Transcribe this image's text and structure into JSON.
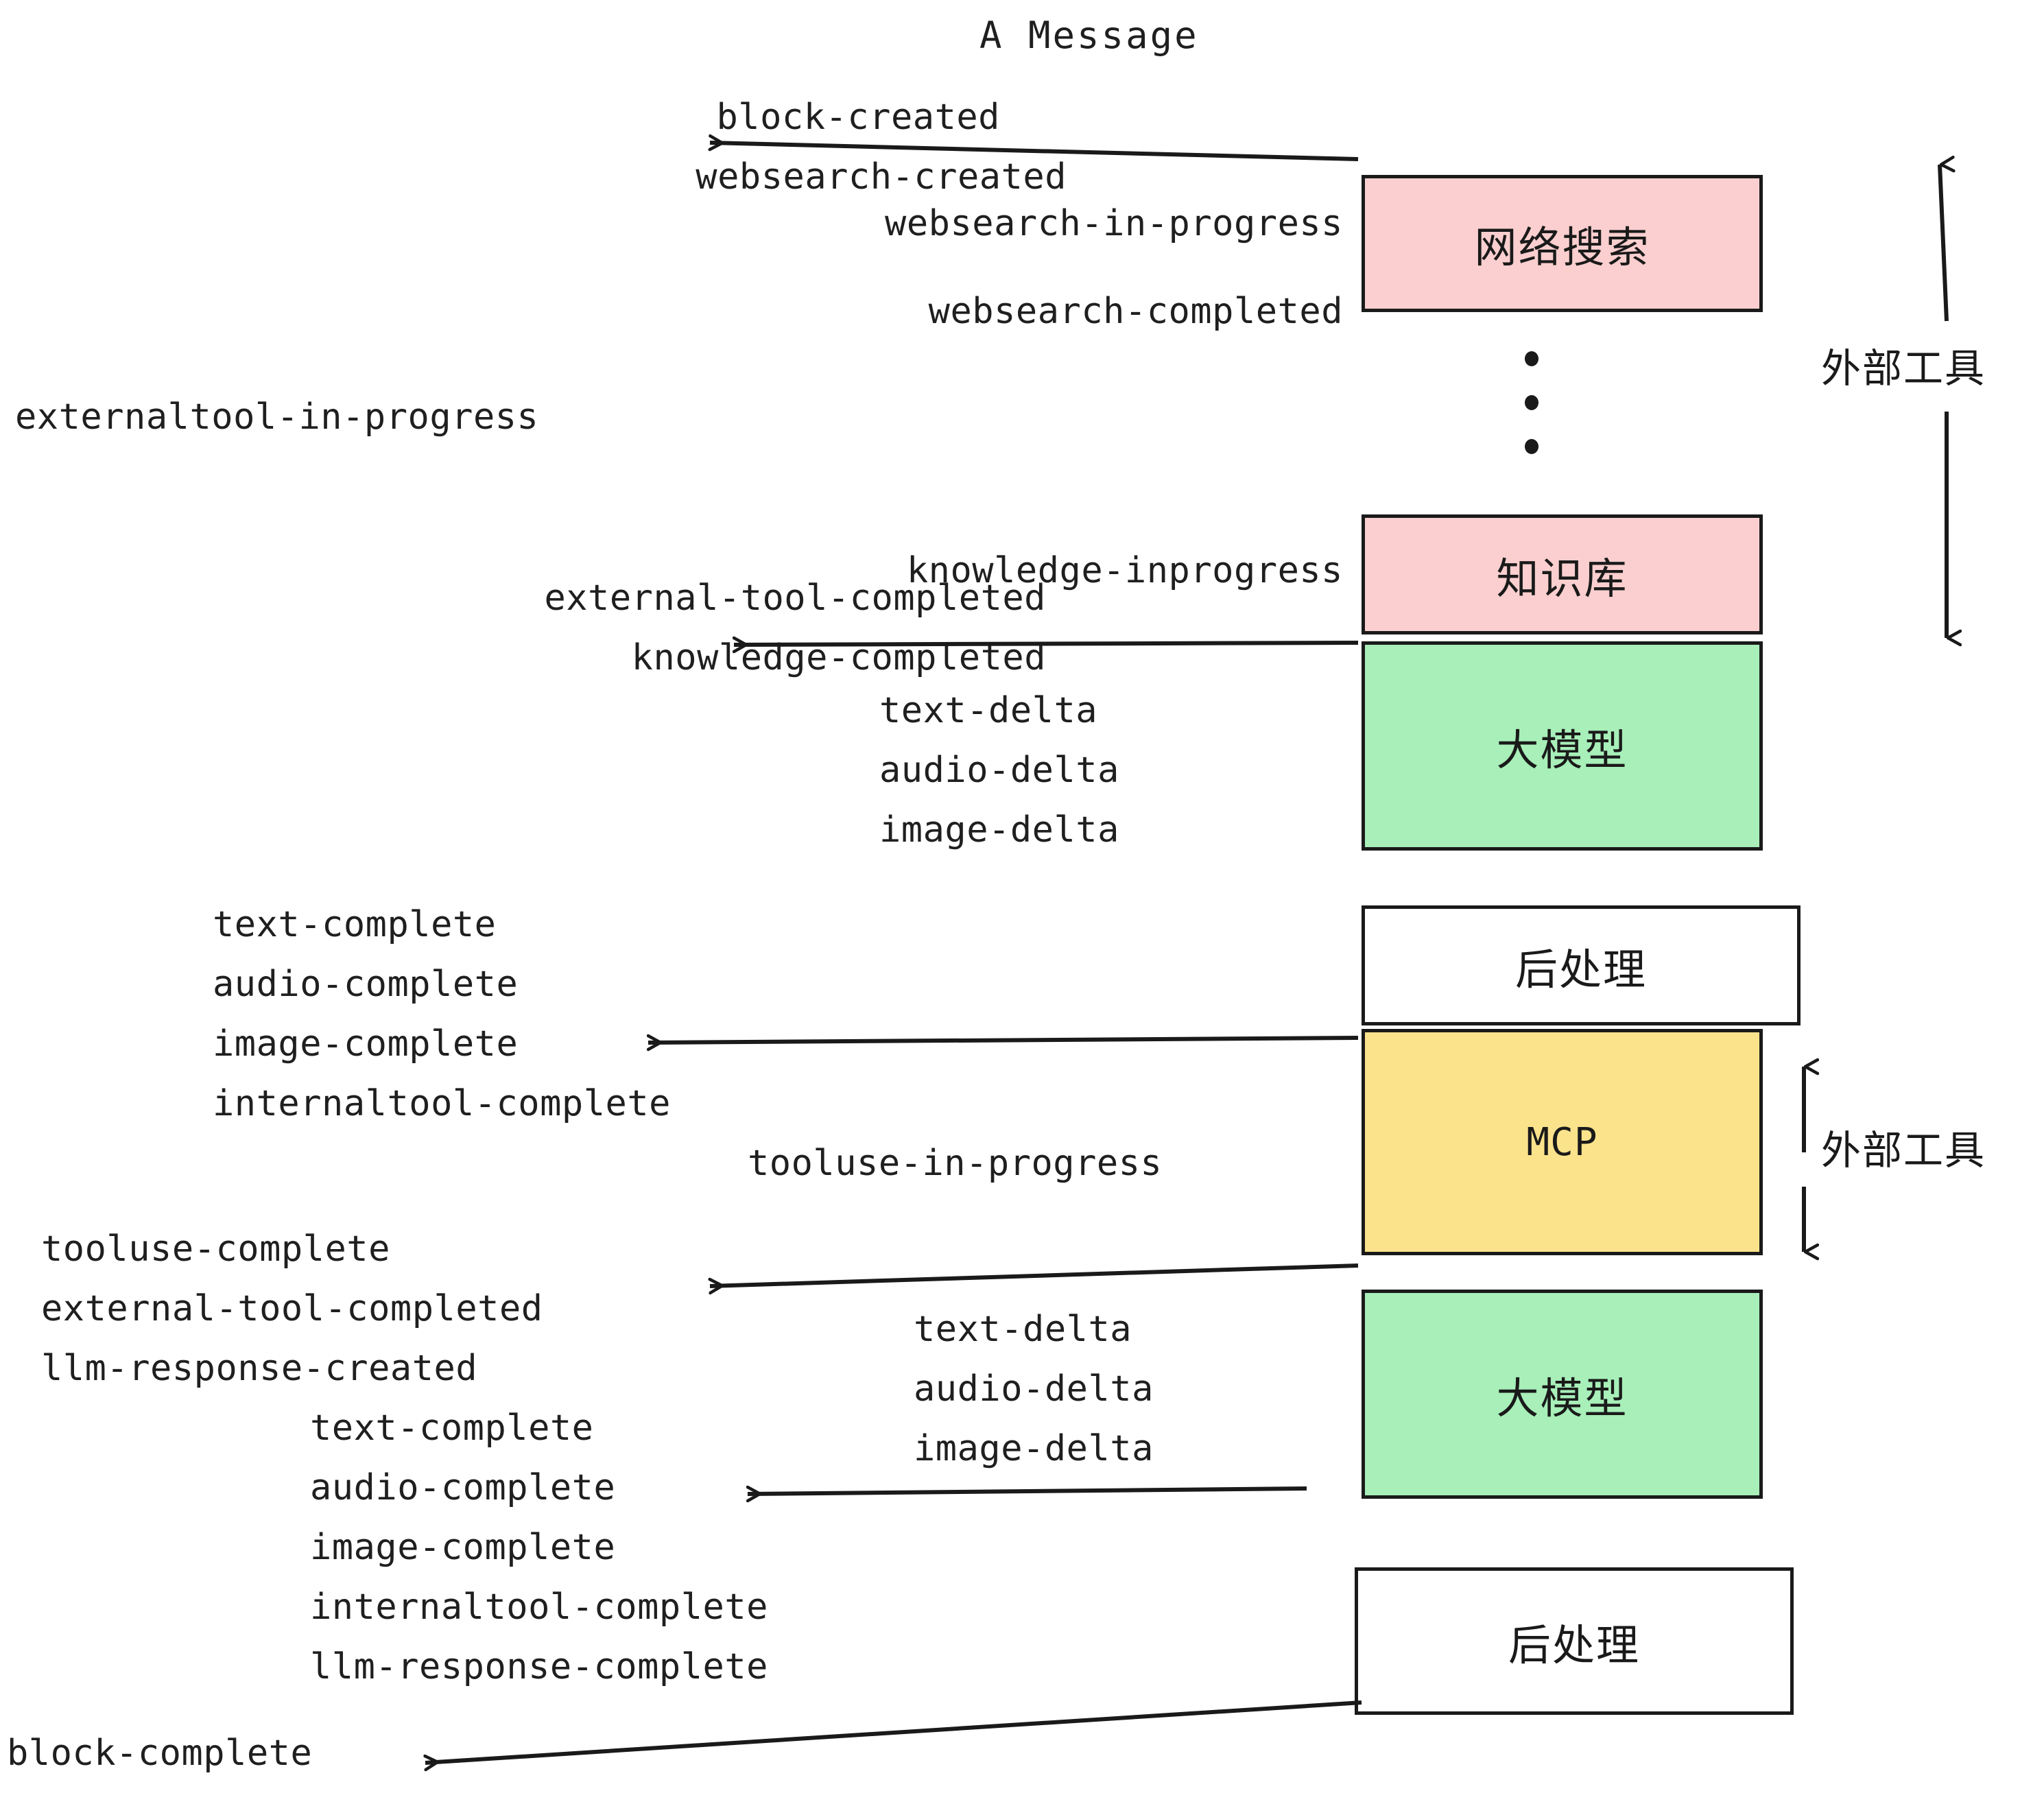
{
  "title": "A Message",
  "events": {
    "block_created": "block-created",
    "websearch_created": "websearch-created",
    "websearch_in_progress": "websearch-in-progress",
    "websearch_completed": "websearch-completed",
    "externaltool_in_progress": "externaltool-in-progress",
    "knowledge_inprogress": "knowledge-inprogress",
    "external_tool_completed_1": "external-tool-completed",
    "knowledge_completed": "knowledge-completed",
    "text_delta_1": "text-delta",
    "audio_delta_1": "audio-delta",
    "image_delta_1": "image-delta",
    "text_complete_1": "text-complete",
    "audio_complete_1": "audio-complete",
    "image_complete_1": "image-complete",
    "internaltool_complete_1": "internaltool-complete",
    "tooluse_in_progress": "tooluse-in-progress",
    "tooluse_complete": "tooluse-complete",
    "external_tool_completed_2": "external-tool-completed",
    "llm_response_created": "llm-response-created",
    "text_delta_2": "text-delta",
    "audio_delta_2": "audio-delta",
    "image_delta_2": "image-delta",
    "text_complete_2": "text-complete",
    "audio_complete_2": "audio-complete",
    "image_complete_2": "image-complete",
    "internaltool_complete_2": "internaltool-complete",
    "llm_response_complete": "llm-response-complete",
    "block_complete": "block-complete"
  },
  "nodes": {
    "websearch": {
      "label": "网络搜索",
      "color": "#fbcfcf"
    },
    "knowledge": {
      "label": "知识库",
      "color": "#fbcfcf"
    },
    "llm_1": {
      "label": "大模型",
      "color": "#a8efb9"
    },
    "postprocess_1": {
      "label": "后处理",
      "color": "#ffffff"
    },
    "mcp": {
      "label": "MCP",
      "color": "#fbe38c"
    },
    "llm_2": {
      "label": "大模型",
      "color": "#a8efb9"
    },
    "postprocess_2": {
      "label": "后处理",
      "color": "#ffffff"
    }
  },
  "brackets": {
    "external_tool_top": "外部工具",
    "external_tool_bottom": "外部工具"
  },
  "colors": {
    "stroke": "#1a1a1a",
    "pink": "#fbcfcf",
    "green": "#a8efb9",
    "yellow": "#fbe38c",
    "white": "#ffffff",
    "text": "#1f1f1f"
  }
}
